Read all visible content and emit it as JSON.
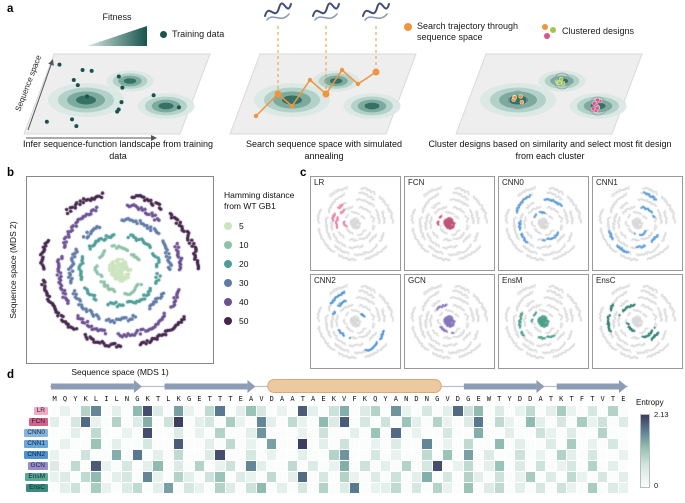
{
  "figure": {
    "panels": {
      "a": "a",
      "b": "b",
      "c": "c",
      "d": "d"
    }
  },
  "panel_a": {
    "legend": {
      "fitness": "Fitness",
      "training_data": "Training data",
      "search_trajectory": "Search trajectory through sequence space",
      "clustered_designs": "Clustered designs"
    },
    "axis_label": "Sequence space",
    "captions": [
      "Infer sequence-function landscape from training data",
      "Search sequence space with simulated annealing",
      "Cluster designs based on similarity and select most fit design from each cluster"
    ],
    "colors": {
      "fitness_low": "#d9e9e4",
      "fitness_high": "#17544d",
      "training_dot": "#17544d",
      "trajectory": "#f0953f",
      "cluster_orange": "#f0953f",
      "cluster_green": "#a4c54c",
      "cluster_pink": "#e0518e",
      "contours": [
        "#dce8e4",
        "#b2d1c8",
        "#7cab9e",
        "#357164"
      ]
    }
  },
  "panel_b": {
    "xlabel": "Sequence space (MDS 1)",
    "ylabel": "Sequence space (MDS 2)",
    "legend_title": "Hamming distance from WT GB1",
    "legend": [
      {
        "label": "5",
        "color": "#cde4c0"
      },
      {
        "label": "10",
        "color": "#8ec2a8"
      },
      {
        "label": "20",
        "color": "#4f9d97"
      },
      {
        "label": "30",
        "color": "#5f7ba6"
      },
      {
        "label": "40",
        "color": "#6b5191"
      },
      {
        "label": "50",
        "color": "#45264d"
      }
    ]
  },
  "panel_c": {
    "models": [
      {
        "label": "LR",
        "color": "#e87fa8",
        "highlights": [
          [
            1,
            0.42,
            0.58
          ],
          [
            2,
            0.46,
            0.64
          ],
          [
            3,
            0.52,
            0.66
          ]
        ]
      },
      {
        "label": "FCN",
        "color": "#c2537a",
        "highlights": [
          [
            0,
            0,
            1
          ],
          [
            1,
            0.48,
            0.62
          ]
        ]
      },
      {
        "label": "CNN0",
        "color": "#5b9bd5",
        "highlights": [
          [
            1,
            0.6,
            0.78
          ],
          [
            2,
            0.08,
            0.26
          ],
          [
            3,
            0.36,
            0.52
          ],
          [
            3,
            0.74,
            0.9
          ],
          [
            4,
            0.55,
            0.68
          ]
        ]
      },
      {
        "label": "CNN1",
        "color": "#5b9bd5",
        "highlights": [
          [
            1,
            0.12,
            0.3
          ],
          [
            2,
            0.78,
            0.95
          ],
          [
            3,
            0.08,
            0.26
          ],
          [
            4,
            0.3,
            0.46
          ],
          [
            4,
            0.78,
            0.9
          ]
        ]
      },
      {
        "label": "CNN2",
        "color": "#4f93d0",
        "highlights": [
          [
            2,
            0.3,
            0.46
          ],
          [
            3,
            0.55,
            0.74
          ],
          [
            4,
            0.05,
            0.2
          ],
          [
            4,
            0.6,
            0.74
          ],
          [
            1,
            0.85,
            0.98
          ]
        ]
      },
      {
        "label": "GCN",
        "color": "#8677bd",
        "highlights": [
          [
            0,
            0,
            1
          ],
          [
            1,
            0.2,
            0.42
          ],
          [
            2,
            0.62,
            0.78
          ]
        ]
      },
      {
        "label": "EnsM",
        "color": "#4da08c",
        "highlights": [
          [
            0,
            0,
            1
          ],
          [
            1,
            0.5,
            0.68
          ],
          [
            2,
            0.14,
            0.3
          ],
          [
            3,
            0.4,
            0.56
          ]
        ]
      },
      {
        "label": "EnsC",
        "color": "#2f7d72",
        "highlights": [
          [
            1,
            0.3,
            0.48
          ],
          [
            2,
            0.05,
            0.2
          ],
          [
            2,
            0.55,
            0.74
          ],
          [
            3,
            0,
            0.16
          ],
          [
            4,
            0.44,
            0.6
          ]
        ]
      }
    ]
  },
  "panel_d": {
    "sequence": "MQYKLILNGKTLKGETTTEAVDAATAEKVFKQYANDNGVDGEWTYDDATKTFTVTE",
    "structure": [
      {
        "type": "strand",
        "start": 0,
        "end": 8
      },
      {
        "type": "strand",
        "start": 11,
        "end": 19
      },
      {
        "type": "helix",
        "start": 21,
        "end": 37
      },
      {
        "type": "strand",
        "start": 40,
        "end": 47
      },
      {
        "type": "strand",
        "start": 49,
        "end": 55
      }
    ],
    "colorbar": {
      "title": "Entropy",
      "max": "2.13",
      "min": "0"
    },
    "entropy_max": 2.13,
    "colormap": [
      [
        0,
        "#fbfdfc"
      ],
      [
        0.3,
        "#d3e6df"
      ],
      [
        0.55,
        "#92bfb2"
      ],
      [
        0.78,
        "#5c7f93"
      ],
      [
        1,
        "#3b3a5f"
      ]
    ],
    "rows": [
      {
        "label": "LR",
        "color": "#f4a9c0",
        "values": [
          0,
          0.3,
          0,
          0.9,
          1.6,
          0,
          0.4,
          0,
          1.2,
          2,
          0.5,
          0,
          1.4,
          0.3,
          0,
          0.8,
          1.7,
          0,
          0.4,
          1.1,
          0.6,
          0,
          0.3,
          0,
          1.9,
          0.4,
          0,
          0.7,
          1.3,
          0,
          0.5,
          0.9,
          0,
          1.5,
          0.3,
          0,
          0.6,
          0,
          0.4,
          1.8,
          0.7,
          1.2,
          0,
          0.5,
          0,
          0.3,
          0.8,
          0,
          0.4,
          1,
          0.3,
          0,
          0.6,
          0,
          0.9,
          0
        ]
      },
      {
        "label": "FCN",
        "color": "#d66088",
        "values": [
          0.4,
          0,
          0.6,
          1.8,
          0.3,
          0,
          0.9,
          0,
          0.5,
          1.3,
          0,
          0.7,
          2.1,
          0,
          0.4,
          0.6,
          0,
          1,
          0.3,
          0,
          1.6,
          0.4,
          0,
          0.8,
          0.3,
          0,
          1.2,
          0.5,
          1.9,
          0,
          0.6,
          0,
          0.7,
          0,
          1.1,
          0.4,
          0,
          0.9,
          0.3,
          0,
          0.5,
          1.7,
          0,
          0.8,
          0.3,
          0,
          1.2,
          0.4,
          0,
          0.6,
          0,
          1,
          0.3,
          0.7,
          0,
          0.5
        ]
      },
      {
        "label": "CNN0",
        "color": "#85b5dd",
        "values": [
          0,
          0,
          0.4,
          0,
          0.8,
          0,
          0,
          0.3,
          0,
          2,
          0,
          0,
          0.5,
          0,
          0.3,
          0,
          0.9,
          0,
          0,
          0.4,
          1.5,
          0,
          0,
          0,
          0.3,
          0,
          0.7,
          0,
          0,
          0.4,
          0,
          1.1,
          0,
          1.8,
          0,
          0.3,
          0,
          0,
          0.6,
          0,
          0,
          1.3,
          0,
          0,
          0.4,
          0,
          0,
          0.7,
          0.3,
          0,
          0.5,
          0,
          0,
          0.9,
          0,
          0
        ]
      },
      {
        "label": "CNN1",
        "color": "#6aa5d8",
        "values": [
          0,
          0.3,
          0,
          0,
          1.1,
          0,
          0.4,
          0,
          0,
          0.6,
          0,
          0,
          1.9,
          0,
          0,
          0.4,
          0,
          0.8,
          0,
          0.3,
          0,
          1.4,
          0,
          0,
          2.1,
          0,
          0.4,
          0,
          0.7,
          0,
          0,
          0.3,
          0,
          0.5,
          0,
          0,
          1.6,
          0,
          0.3,
          0,
          0.8,
          0,
          0,
          1.2,
          0,
          0.4,
          0,
          0,
          0.5,
          0,
          1,
          0,
          0.3,
          0,
          0.6,
          0
        ]
      },
      {
        "label": "CNN2",
        "color": "#4f93d0",
        "values": [
          0.3,
          0,
          0,
          0.7,
          0,
          0,
          1.3,
          0,
          1.7,
          0,
          0.4,
          0,
          0.8,
          0,
          0,
          0.5,
          2,
          0,
          0,
          0.6,
          0,
          0.3,
          0,
          0,
          0.4,
          0,
          0,
          0.9,
          1.5,
          0,
          0,
          0.6,
          0,
          0.3,
          0,
          0,
          0.8,
          0,
          1.1,
          0,
          1.4,
          0,
          0.5,
          0,
          0,
          0.7,
          0,
          0.3,
          0,
          0.9,
          0.4,
          0,
          0.6,
          0,
          0,
          0.3
        ]
      },
      {
        "label": "GCN",
        "color": "#9a8cc9",
        "values": [
          0.5,
          0,
          0.8,
          0,
          1.9,
          0.3,
          0,
          0.6,
          0,
          0.4,
          1.2,
          0,
          0.5,
          0,
          0.9,
          0,
          0.3,
          0.7,
          0,
          1.6,
          0.4,
          0,
          0,
          0.8,
          0,
          0.5,
          0,
          0.3,
          1.3,
          0,
          0.7,
          0,
          0.4,
          0,
          0.9,
          0,
          0.6,
          2,
          0,
          0.3,
          0.8,
          0,
          0.4,
          1.1,
          0,
          0.5,
          0,
          0.7,
          0,
          0.3,
          0.6,
          0,
          0.9,
          0,
          0.4,
          0
        ]
      },
      {
        "label": "EnsM",
        "color": "#58a893",
        "values": [
          0.3,
          0.5,
          0,
          0.8,
          1.2,
          0,
          0.4,
          0.6,
          0,
          1.6,
          0.3,
          0,
          0.9,
          0.4,
          0,
          0.7,
          1.1,
          0,
          0.5,
          0.3,
          0,
          0.8,
          0,
          0.4,
          1.8,
          0,
          0.6,
          0,
          0.9,
          0.3,
          0,
          0.5,
          0,
          0.7,
          0,
          0.4,
          1.3,
          0,
          0.6,
          0,
          0.9,
          0.4,
          0,
          0.7,
          0,
          0.3,
          1,
          0,
          0.5,
          0,
          0.8,
          0.3,
          0,
          0.6,
          0,
          0.4
        ]
      },
      {
        "label": "EnsC",
        "color": "#3a8c7e",
        "values": [
          0,
          0.4,
          0.7,
          0,
          1,
          0.3,
          0,
          0.5,
          0.8,
          0,
          0.4,
          1.4,
          0,
          0.6,
          0.3,
          0,
          0.9,
          0.5,
          0,
          0.7,
          1.2,
          0,
          0.4,
          0,
          0.6,
          0,
          0.9,
          0,
          0.5,
          1.7,
          0,
          0.3,
          0.4,
          0.8,
          0,
          0.6,
          0,
          0.9,
          0.3,
          0,
          1.1,
          0,
          0.5,
          0.8,
          0,
          0.4,
          0,
          0.6,
          0,
          0.7,
          0.3,
          0,
          1,
          0,
          0.5,
          0.3
        ]
      }
    ]
  }
}
